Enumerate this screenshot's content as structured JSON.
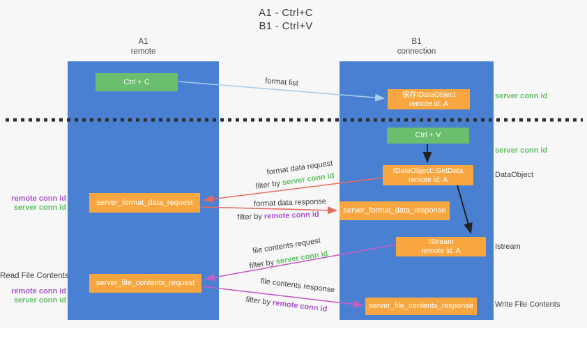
{
  "title": {
    "line1": "A1 - Ctrl+C",
    "line2": "B1 - Ctrl+V"
  },
  "lanes": {
    "a1": {
      "name": "A1",
      "subtitle": "remote"
    },
    "b1": {
      "name": "B1",
      "subtitle": "connection"
    }
  },
  "nodes": {
    "ctrl_c": {
      "label": "Ctrl + C"
    },
    "save_dataobject": {
      "line1": "保存IDataObject",
      "line2": "remote id: A"
    },
    "ctrl_v": {
      "label": "Ctrl + V"
    },
    "getdata": {
      "line1": "IDataObject::GetData",
      "line2": "remote id: A"
    },
    "format_request": {
      "label": "server_format_data_request"
    },
    "format_response": {
      "label": "server_format_data_response"
    },
    "istream": {
      "line1": "IStream",
      "line2": "remote id: A"
    },
    "file_request": {
      "label": "server_file_contents_request"
    },
    "file_response": {
      "label": "server_file_contents_response"
    }
  },
  "arrow_labels": {
    "format_list": "format list",
    "format_data_request": "format data request",
    "format_data_response": "format data response",
    "file_contents_request": "file contents request",
    "file_contents_response": "file contents response",
    "filter_by": "filter by",
    "server_conn_id": "server conn id",
    "remote_conn_id": "remote conn id"
  },
  "side_labels": {
    "server_conn_id_top": "server conn id",
    "server_conn_id_mid": "server conn id",
    "dataobject": "DataObject",
    "istream": "Istream",
    "write_file_contents": "Write File Contents",
    "read_file_contents": "Read File Contents",
    "remote_conn_id_1": "remote conn id",
    "server_conn_id_1": "server conn id",
    "remote_conn_id_2": "remote conn id",
    "server_conn_id_2": "server conn id"
  },
  "colors": {
    "lane_blue": "#4a80d2",
    "box_green": "#6abe6e",
    "box_orange": "#f8a740",
    "arrow_light_blue": "#a9cdec",
    "arrow_red": "#e96a60",
    "arrow_magenta": "#c35fc5",
    "arrow_black": "#212121",
    "divider_dark": "#2e2e2e",
    "text_green": "#62be66",
    "text_purple": "#a855cb",
    "text_dark": "#3f3f3f"
  }
}
